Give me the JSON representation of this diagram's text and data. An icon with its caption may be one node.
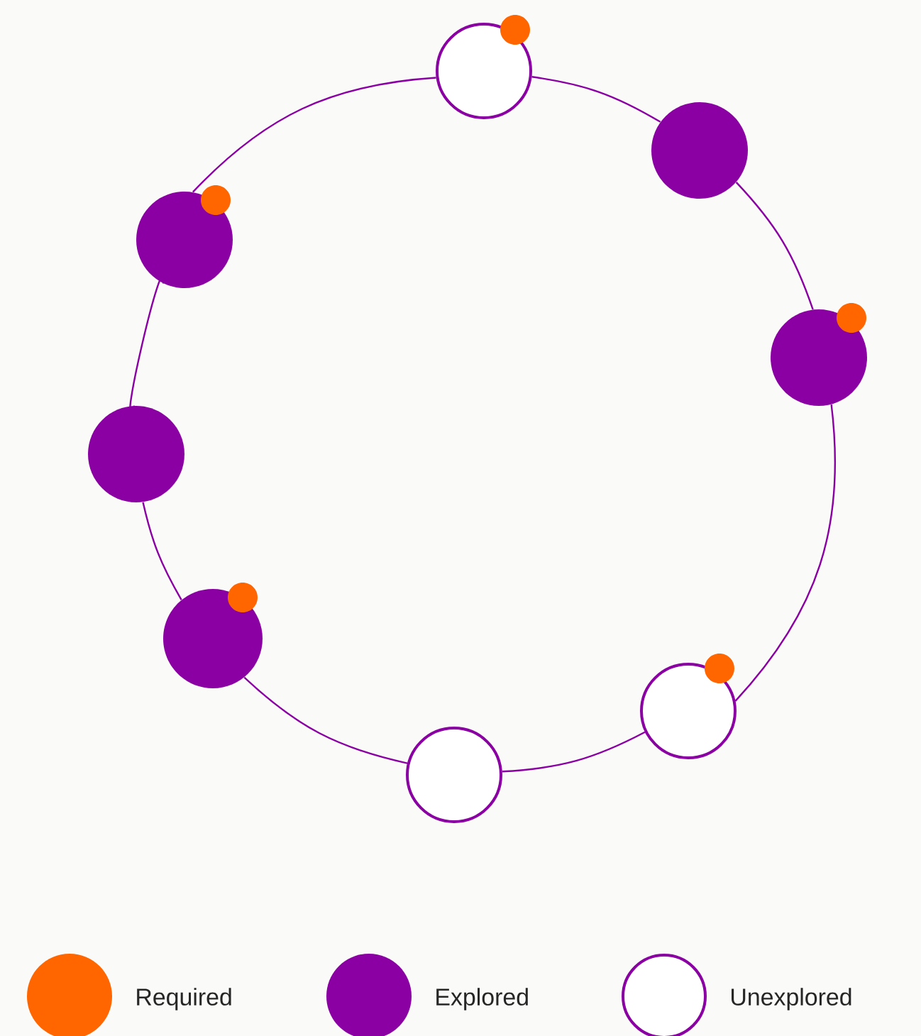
{
  "diagram": {
    "nodes": [
      {
        "text": [],
        "shape": "circle"
      },
      {
        "text": [],
        "shape": "circle"
      },
      {
        "text": [],
        "shape": "circle"
      },
      {
        "text": [],
        "shape": "circle"
      },
      {
        "text": [],
        "shape": "circle"
      },
      {
        "text": [],
        "shape": "circle"
      },
      {
        "text": [],
        "shape": "circle"
      },
      {
        "text": [],
        "shape": "circle"
      },
      {
        "text": [],
        "shape": "circle"
      },
      {
        "text": [],
        "shape": "circle"
      },
      {
        "text": [],
        "shape": "circle"
      },
      {
        "text": [],
        "shape": "circle"
      },
      {
        "text": [],
        "shape": "circle"
      }
    ],
    "edges": [
      {
        "from": 0,
        "to": 1,
        "arrow": "none"
      },
      {
        "from": 1,
        "to": 2,
        "arrow": "none"
      },
      {
        "from": 2,
        "to": 3,
        "arrow": "none"
      },
      {
        "from": 3,
        "to": 4,
        "arrow": "none"
      },
      {
        "from": 4,
        "to": 5,
        "arrow": "none"
      },
      {
        "from": 5,
        "to": 6,
        "arrow": "none"
      },
      {
        "from": 6,
        "to": 7,
        "arrow": "none"
      },
      {
        "from": 7,
        "to": 0,
        "arrow": "none"
      }
    ],
    "legend": [
      {
        "text": "Required",
        "color": "#ff6600"
      },
      {
        "text": "Explored",
        "color": "#8a00a3"
      },
      {
        "text": "Unexplored"
      }
    ]
  }
}
